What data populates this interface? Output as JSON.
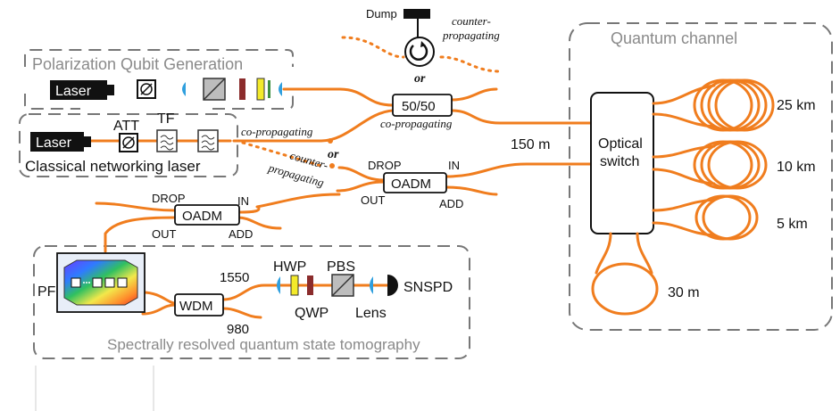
{
  "sections": {
    "polarization": "Polarization Qubit Generation",
    "classical": "Classical networking laser",
    "tomography": "Spectrally resolved quantum state tomography",
    "channel": "Quantum channel"
  },
  "components": {
    "laser_top": "Laser",
    "laser_bottom": "Laser",
    "att": "ATT",
    "tf": "TF",
    "dump": "Dump",
    "splitter": "50/50",
    "oadm_right": "OADM",
    "oadm_left": "OADM",
    "optical_switch_l1": "Optical",
    "optical_switch_l2": "switch",
    "wdm": "WDM",
    "pf": "PF",
    "hwp": "HWP",
    "pbs": "PBS",
    "qwp": "QWP",
    "lens": "Lens",
    "snspd": "SNSPD"
  },
  "port_labels": {
    "drop_right": "DROP",
    "in_right": "IN",
    "out_right": "OUT",
    "add_right": "ADD",
    "drop_left": "DROP",
    "in_left": "IN",
    "out_left": "OUT",
    "add_left": "ADD",
    "wdm_1550": "1550",
    "wdm_980": "980"
  },
  "annotations": {
    "co_prop_top": "co-propagating",
    "co_prop_left": "co-propagating",
    "counter_top_l1": "counter-",
    "counter_top_l2": "propagating",
    "counter_mid_l1": "counter-",
    "counter_mid_l2": "propagating",
    "or_top": "or",
    "or_mid": "or",
    "fiber_150m": "150 m"
  },
  "spools": {
    "km25": "25 km",
    "km10": "10 km",
    "km5": "5 km",
    "m30": "30 m"
  },
  "colors": {
    "fiber": "#f07d1e",
    "lens": "#2f9fde",
    "hwp": "#f3ea2a",
    "qwp": "#8b2c2c",
    "pbs": "#bdbdbd",
    "green_element": "#3f8f3f"
  }
}
